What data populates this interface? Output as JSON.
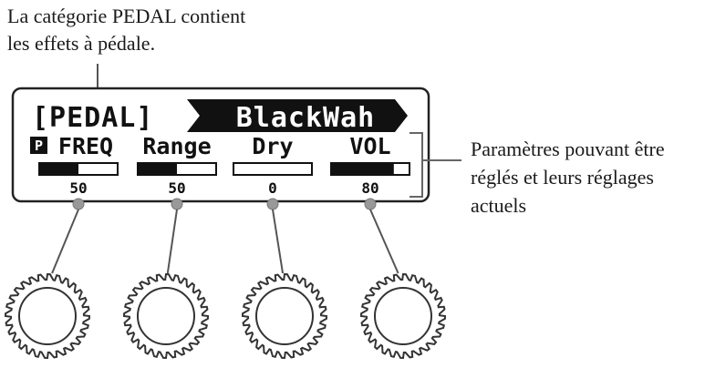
{
  "annotations": {
    "category_note": [
      "La catégorie PEDAL contient",
      "les effets à pédale."
    ],
    "params_note": [
      "Paramètres pouvant être",
      "réglés et leurs réglages",
      "actuels"
    ]
  },
  "display": {
    "category": "[PEDAL]",
    "effect": "BlackWah",
    "pedal_badge": "P",
    "params": [
      {
        "name": "FREQ",
        "value": "50",
        "level": 0.5,
        "pedal": true
      },
      {
        "name": "Range",
        "value": "50",
        "level": 0.5,
        "pedal": false
      },
      {
        "name": "Dry",
        "value": "0",
        "level": 0.0,
        "pedal": false
      },
      {
        "name": "VOL",
        "value": "80",
        "level": 0.8,
        "pedal": false
      }
    ]
  },
  "knobs": [
    "knob-1",
    "knob-2",
    "knob-3",
    "knob-4"
  ]
}
